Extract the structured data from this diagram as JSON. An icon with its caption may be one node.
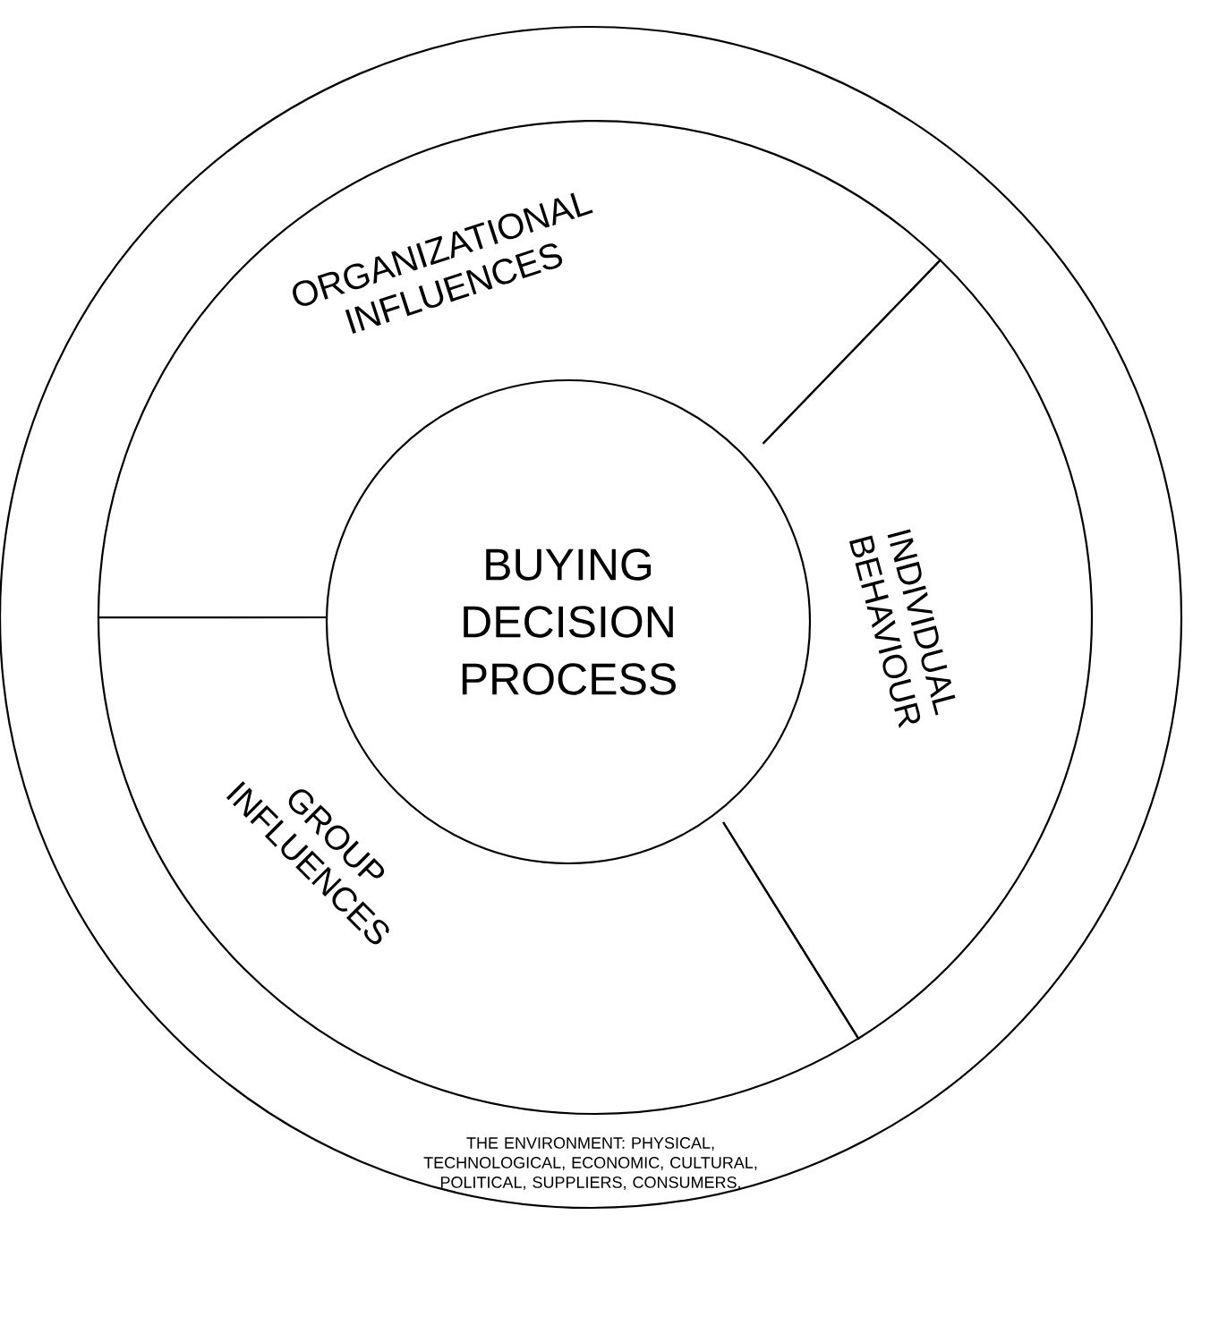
{
  "diagram": {
    "nodes": [
      {
        "text": [
          "THE ENVIRONMENT: PHYSICAL, TECHNOLOGICAL, ECONOMIC, CULTURAL, POLITICAL, SUPPLIERS, CONSUMERS."
        ]
      },
      {
        "text": [
          "ORGANIZATIONAL INFLUENCES"
        ],
        "in": 0
      },
      {
        "text": [
          "INDIVIDUAL BEHAVIOUR"
        ],
        "in": 0
      },
      {
        "text": [
          "GROUP INFLUENCES"
        ],
        "in": 0
      },
      {
        "text": [
          "BUYING DECISION PROCESS"
        ],
        "in": 0
      }
    ]
  }
}
